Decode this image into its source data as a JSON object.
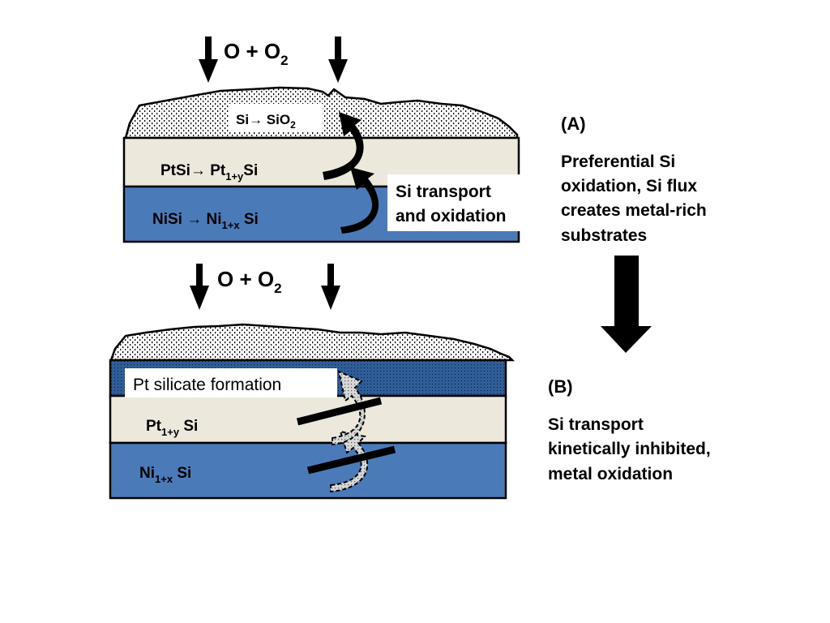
{
  "top_diagram": {
    "gas_label": {
      "main": "O + O",
      "sub": "2"
    },
    "surface_label": {
      "main": "Si",
      "arrow": "→",
      "rest": " SiO",
      "sub": "2"
    },
    "ptsi_label": {
      "main": "PtSi",
      "arrow": "→",
      "rest": " Pt",
      "sub": "1+y",
      "tail": "Si"
    },
    "nisi_label": {
      "main": "NiSi ",
      "arrow": "→",
      "rest": " Ni",
      "sub": "1+x",
      "tail": " Si"
    },
    "callout": {
      "line1": "Si transport",
      "line2": "and oxidation"
    },
    "colors": {
      "ptsi": "#ece8dc",
      "nisi": "#4a7ab8",
      "oxide_dots": "#000000"
    }
  },
  "bottom_diagram": {
    "gas_label": {
      "main": "O + O",
      "sub": "2"
    },
    "callout": "Pt silicate formation",
    "pt_label": {
      "main": "Pt",
      "sub": "1+y",
      "tail": " Si"
    },
    "ni_label": {
      "main": "Ni",
      "sub": "1+x",
      "tail": "  Si"
    },
    "colors": {
      "pt": "#ece8dc",
      "ni": "#4a7ab8",
      "silicate": "#2e5d98"
    }
  },
  "panel_a": {
    "letter": "(A)",
    "lines": [
      "Preferential Si",
      "oxidation, Si flux",
      "creates metal-rich",
      "substrates"
    ]
  },
  "panel_b": {
    "letter": "(B)",
    "lines": [
      "Si transport",
      "kinetically inhibited,",
      "metal oxidation"
    ]
  },
  "icons": [
    "down-arrow-icon",
    "curved-arrow-icon",
    "barrier-bar-icon"
  ]
}
